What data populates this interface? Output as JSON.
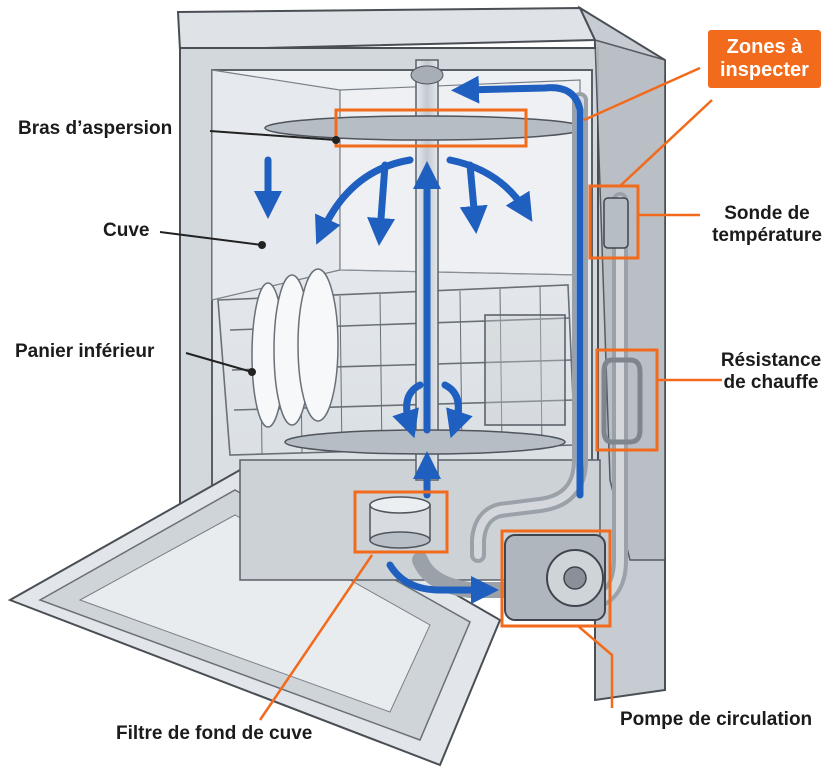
{
  "diagram": {
    "badge": {
      "line1": "Zones à",
      "line2": "inspecter"
    },
    "labels": {
      "spray_arm": "Bras d’aspersion",
      "tub": "Cuve",
      "lower_basket": "Panier inférieur",
      "temp_sensor_line1": "Sonde de",
      "temp_sensor_line2": "température",
      "heater_line1": "Résistance",
      "heater_line2": "de chauffe",
      "filter": "Filtre de fond de cuve",
      "pump": "Pompe de circulation"
    },
    "colors": {
      "highlight": "#f26a1b",
      "flow": "#1f5fbf",
      "metal": "#c9ced4",
      "leader": "#222222"
    }
  }
}
